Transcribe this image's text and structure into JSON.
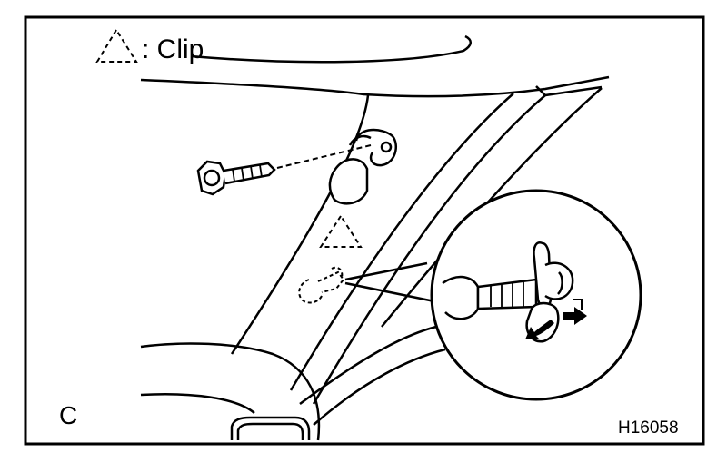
{
  "legend": {
    "symbol": "dashed-triangle-icon",
    "label": ": Clip"
  },
  "view_label": "C",
  "figure_code": "H16058",
  "colors": {
    "line": "#000000",
    "background": "#ffffff"
  }
}
